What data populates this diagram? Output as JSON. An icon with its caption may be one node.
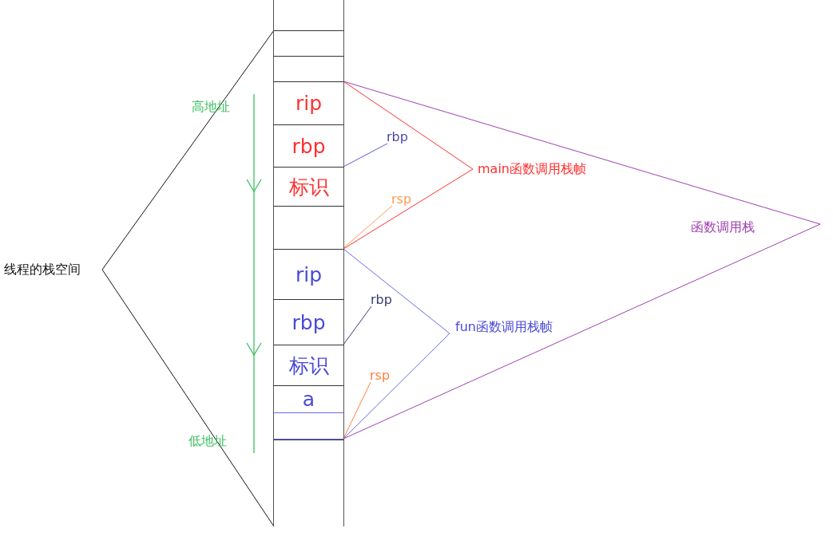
{
  "diagram": {
    "nodes": [
      {
        "text": [],
        "shape": "box"
      },
      {
        "text": [],
        "shape": "box"
      },
      {
        "text": [],
        "shape": "box"
      },
      {
        "text": [
          "rip"
        ]
      },
      {
        "text": [
          "rbp"
        ]
      },
      {
        "text": [
          "标识"
        ]
      },
      {
        "text": [],
        "shape": "box"
      },
      {
        "text": [
          "rip"
        ]
      },
      {
        "text": [
          "rbp"
        ]
      },
      {
        "text": [
          "标识"
        ]
      },
      {
        "text": [
          "a"
        ]
      },
      {
        "text": [],
        "shape": "box"
      },
      {
        "text": [],
        "shape": "box"
      },
      {
        "text": [
          "rbp"
        ]
      },
      {
        "text": [
          "rsp"
        ]
      },
      {
        "text": [
          "rbp"
        ]
      },
      {
        "text": [
          "rsp"
        ]
      }
    ],
    "edges": [
      {
        "from": 13,
        "to": 5,
        "arrow": "none",
        "color": "#5a5ad8"
      },
      {
        "from": 14,
        "to": 6,
        "arrow": "none",
        "color": "#ff9a50"
      },
      {
        "from": 15,
        "to": 9,
        "arrow": "none",
        "color": "#3a3a80"
      },
      {
        "from": 16,
        "to": 11,
        "arrow": "none",
        "color": "#ff8040"
      }
    ],
    "labels": [
      "高地址",
      "线程的栈空间",
      "main函数调用栈帧",
      "函数调用栈",
      "fun函数调用栈帧",
      "低地址"
    ]
  }
}
